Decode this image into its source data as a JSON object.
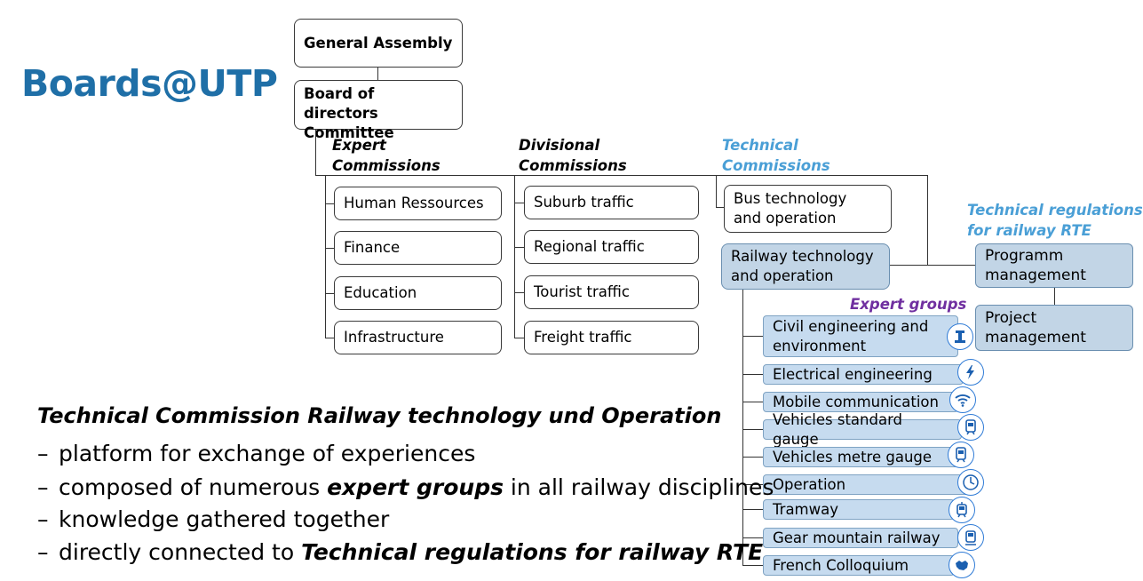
{
  "title": "Boards@UTP",
  "org": {
    "general_assembly": "General Assembly",
    "board_line1": "Board of directors",
    "board_line2": "Committee"
  },
  "headers": {
    "expert_line1": "Expert",
    "expert_line2": "Commissions",
    "divisional_line1": "Divisional",
    "divisional_line2": "Commissions",
    "technical_line1": "Technical",
    "technical_line2": "Commissions",
    "regulations_line1": "Technical regulations",
    "regulations_line2": "for railway RTE",
    "expert_groups": "Expert groups"
  },
  "expert_commissions": [
    "Human Ressources",
    "Finance",
    "Education",
    "Infrastructure"
  ],
  "divisional_commissions": [
    "Suburb traffic",
    "Regional traffic",
    "Tourist traffic",
    "Freight traffic"
  ],
  "technical_commissions": {
    "bus_line1": "Bus technology",
    "bus_line2": "and operation",
    "rail_line1": "Railway technology",
    "rail_line2": "and operation"
  },
  "regulations": {
    "programm_line1": "Programm",
    "programm_line2": "management",
    "project_line1": "Project",
    "project_line2": "management"
  },
  "expert_groups": [
    {
      "label1": "Civil engineering and",
      "label2": "environment",
      "icon": "rail-profile-icon"
    },
    {
      "label1": "Electrical engineering",
      "icon": "lightning-icon"
    },
    {
      "label1": "Mobile communication",
      "icon": "wifi-icon"
    },
    {
      "label1": "Vehicles standard gauge",
      "icon": "train-icon"
    },
    {
      "label1": "Vehicles metre gauge",
      "icon": "train-icon"
    },
    {
      "label1": "Operation",
      "icon": "clock-icon"
    },
    {
      "label1": "Tramway",
      "icon": "tram-icon"
    },
    {
      "label1": "Gear mountain railway",
      "icon": "mountain-train-icon"
    },
    {
      "label1": "French Colloquium",
      "icon": "map-icon"
    }
  ],
  "summary": {
    "heading": "Technical Commission Railway technology und Operation",
    "dash": "–",
    "b1": "platform for exchange of experiences",
    "b2_pre": "composed of numerous ",
    "b2_em": "expert groups",
    "b2_post": " in all railway disciplines",
    "b3": "knowledge gathered together",
    "b4_pre": "directly connected to ",
    "b4_em": "Technical regulations for railway RTE"
  },
  "colors": {
    "title_blue": "#1f6fa7",
    "technical_blue": "#4a9fd6",
    "expert_groups_purple": "#7030a0",
    "rail_box_fill": "#c2d5e6",
    "expert_group_fill": "#c6dbef",
    "icon_blue": "#2f7bd6"
  }
}
